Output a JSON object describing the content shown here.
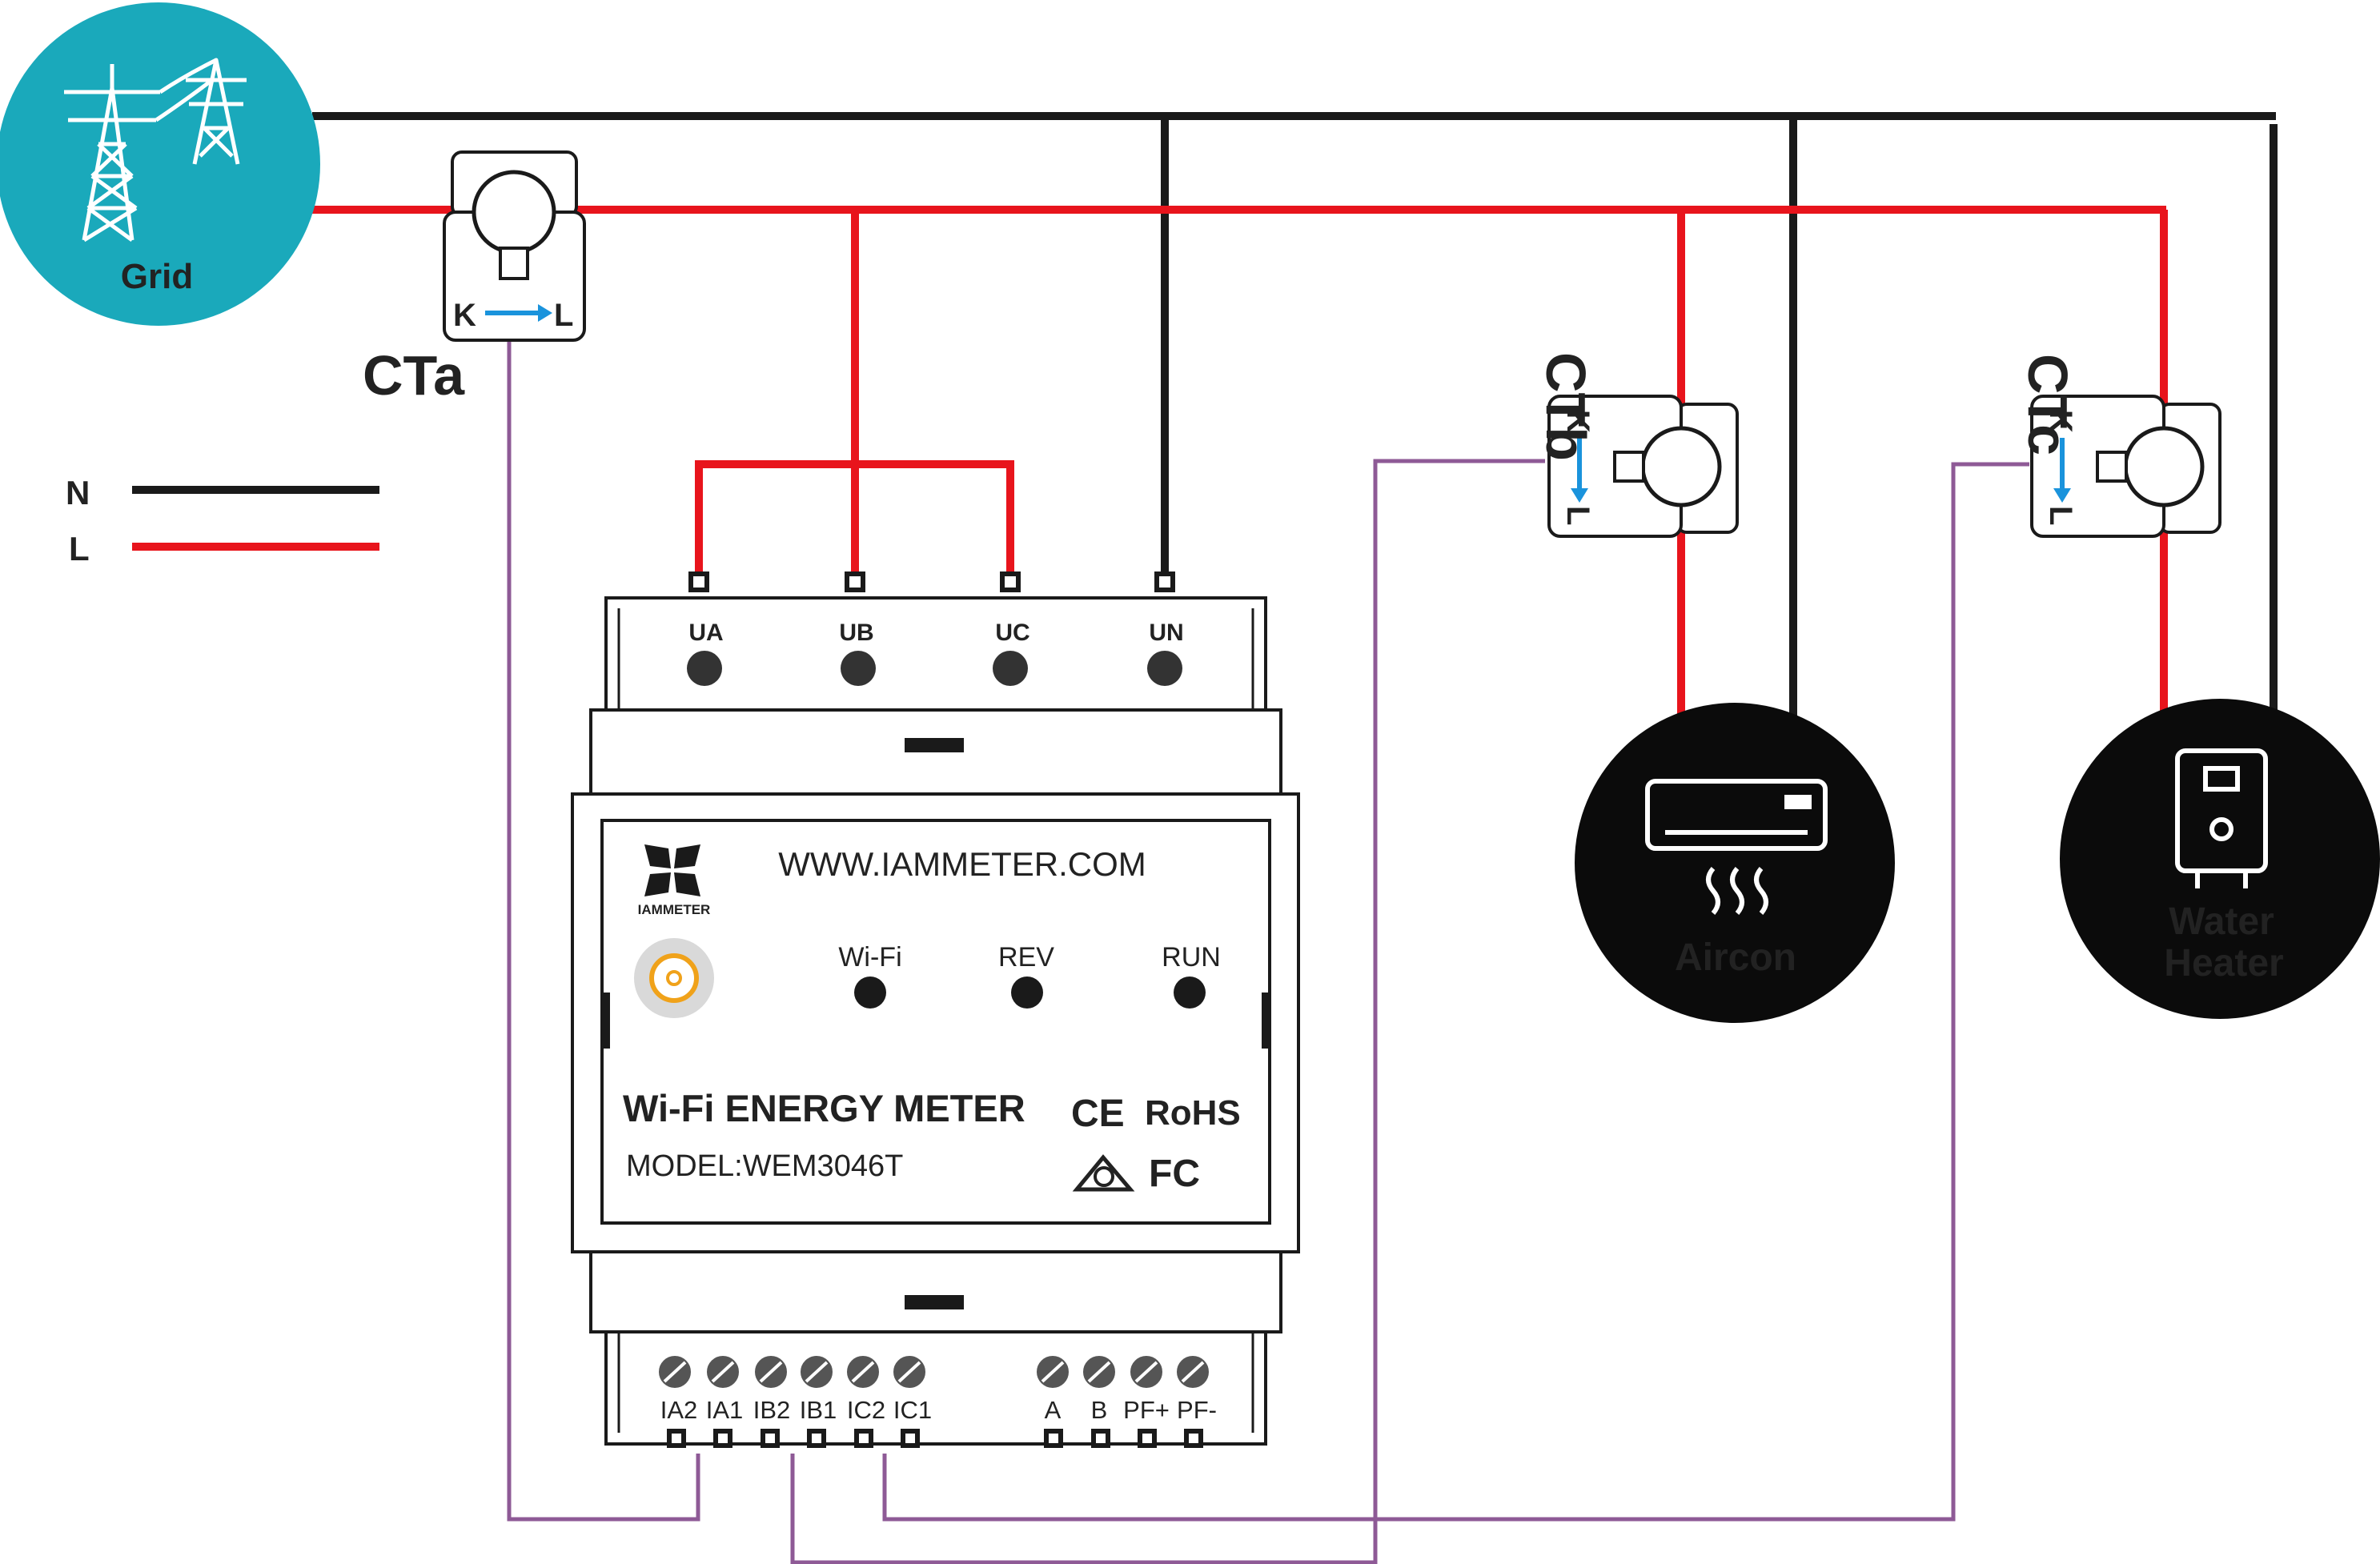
{
  "legend": {
    "n_label": "N",
    "l_label": "L"
  },
  "grid": {
    "label": "Grid"
  },
  "ct": {
    "a": {
      "label": "CTa",
      "k": "K",
      "l": "L"
    },
    "b": {
      "label": "CTb",
      "k": "K",
      "l": "L"
    },
    "c": {
      "label": "CTc",
      "k": "K",
      "l": "L"
    }
  },
  "meter": {
    "top_terminals": [
      "UA",
      "UB",
      "UC",
      "UN"
    ],
    "brand": "IAMMETER",
    "website": "WWW.IAMMETER.COM",
    "leds": [
      "Wi-Fi",
      "REV",
      "RUN"
    ],
    "product_name": "Wi-Fi ENERGY METER",
    "model": "MODEL:WEM3046T",
    "cert_ce": "CE",
    "cert_rohs": "RoHS",
    "cert_fc": "FC",
    "bottom_terminals_ct": [
      "IA2",
      "IA1",
      "IB2",
      "IB1",
      "IC2",
      "IC1"
    ],
    "bottom_terminals_aux": [
      "A",
      "B",
      "PF+",
      "PF-"
    ]
  },
  "loads": {
    "aircon": {
      "label": "Aircon"
    },
    "water_heater": {
      "line1": "Water",
      "line2": "Heater"
    }
  },
  "colors": {
    "neutral": "#1a1a1a",
    "live": "#e8141c",
    "ct_wire": "#8e5a96",
    "grid_teal": "#1aa9bb",
    "ct_arrow": "#1a93dc"
  }
}
